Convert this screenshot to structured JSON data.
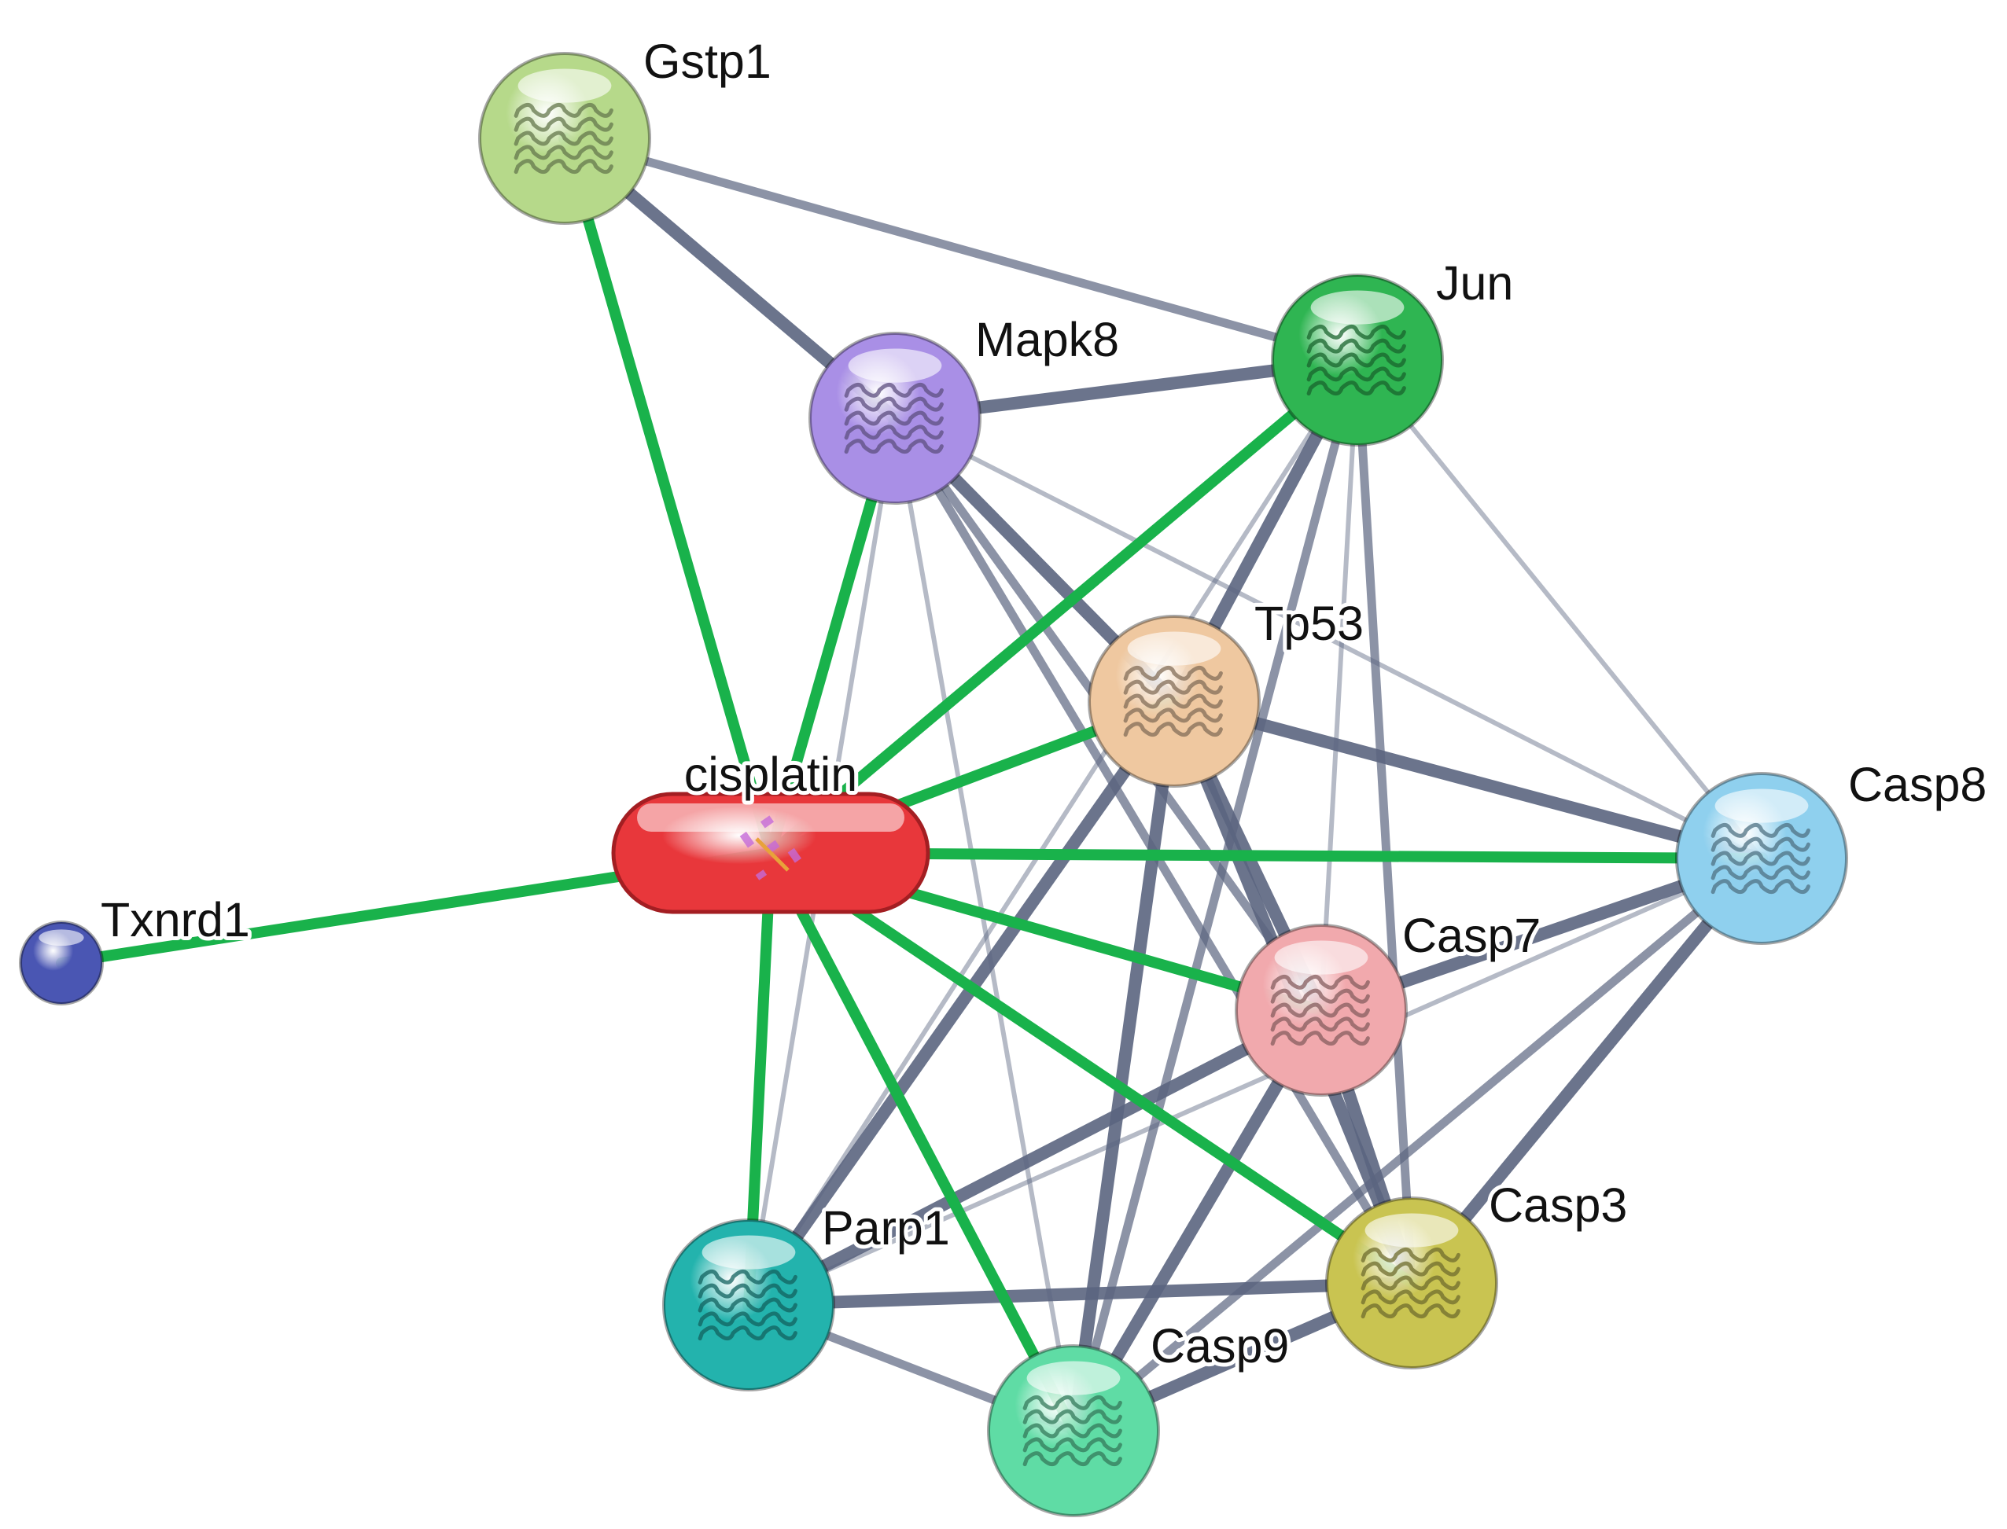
{
  "colors": {
    "edge_green": "#19b24b",
    "edge_gray": "#5b6580",
    "background": "#ffffff"
  },
  "nodes": [
    {
      "id": "cisplatin",
      "label": "cisplatin",
      "kind": "compound",
      "color": "#e8373b",
      "glyph": "red-icon"
    },
    {
      "id": "Txnrd1",
      "label": "Txnrd1",
      "kind": "protein-small",
      "color": "#4a56b3",
      "glyph": "none"
    },
    {
      "id": "Gstp1",
      "label": "Gstp1",
      "kind": "protein",
      "color": "#b6d98a",
      "glyph": "protein-structure-icon"
    },
    {
      "id": "Mapk8",
      "label": "Mapk8",
      "kind": "protein",
      "color": "#a98fe6",
      "glyph": "protein-structure-icon"
    },
    {
      "id": "Jun",
      "label": "Jun",
      "kind": "protein",
      "color": "#2fb552",
      "glyph": "protein-structure-icon"
    },
    {
      "id": "Tp53",
      "label": "Tp53",
      "kind": "protein",
      "color": "#efc8a0",
      "glyph": "protein-structure-icon"
    },
    {
      "id": "Casp8",
      "label": "Casp8",
      "kind": "protein",
      "color": "#8fd0ee",
      "glyph": "protein-structure-icon"
    },
    {
      "id": "Casp7",
      "label": "Casp7",
      "kind": "protein",
      "color": "#f1a9ad",
      "glyph": "protein-structure-icon"
    },
    {
      "id": "Casp3",
      "label": "Casp3",
      "kind": "protein",
      "color": "#c9c451",
      "glyph": "protein-structure-icon"
    },
    {
      "id": "Parp1",
      "label": "Parp1",
      "kind": "protein",
      "color": "#23b3ad",
      "glyph": "protein-structure-icon"
    },
    {
      "id": "Casp9",
      "label": "Casp9",
      "kind": "protein",
      "color": "#5fdca5",
      "glyph": "protein-structure-icon"
    }
  ],
  "edges": [
    {
      "source": "cisplatin",
      "target": "Txnrd1",
      "type": "chemical",
      "weight": 3
    },
    {
      "source": "cisplatin",
      "target": "Gstp1",
      "type": "chemical",
      "weight": 3
    },
    {
      "source": "cisplatin",
      "target": "Mapk8",
      "type": "chemical",
      "weight": 3
    },
    {
      "source": "cisplatin",
      "target": "Jun",
      "type": "chemical",
      "weight": 3
    },
    {
      "source": "cisplatin",
      "target": "Tp53",
      "type": "chemical",
      "weight": 3
    },
    {
      "source": "cisplatin",
      "target": "Casp8",
      "type": "chemical",
      "weight": 3
    },
    {
      "source": "cisplatin",
      "target": "Casp7",
      "type": "chemical",
      "weight": 3
    },
    {
      "source": "cisplatin",
      "target": "Casp3",
      "type": "chemical",
      "weight": 3
    },
    {
      "source": "cisplatin",
      "target": "Parp1",
      "type": "chemical",
      "weight": 3
    },
    {
      "source": "cisplatin",
      "target": "Casp9",
      "type": "chemical",
      "weight": 3
    },
    {
      "source": "Gstp1",
      "target": "Mapk8",
      "type": "protein",
      "weight": 3
    },
    {
      "source": "Gstp1",
      "target": "Jun",
      "type": "protein",
      "weight": 2
    },
    {
      "source": "Mapk8",
      "target": "Jun",
      "type": "protein",
      "weight": 3
    },
    {
      "source": "Mapk8",
      "target": "Tp53",
      "type": "protein",
      "weight": 3
    },
    {
      "source": "Mapk8",
      "target": "Casp8",
      "type": "protein",
      "weight": 1
    },
    {
      "source": "Mapk8",
      "target": "Casp7",
      "type": "protein",
      "weight": 2
    },
    {
      "source": "Mapk8",
      "target": "Casp3",
      "type": "protein",
      "weight": 2
    },
    {
      "source": "Mapk8",
      "target": "Parp1",
      "type": "protein",
      "weight": 1
    },
    {
      "source": "Mapk8",
      "target": "Casp9",
      "type": "protein",
      "weight": 1
    },
    {
      "source": "Jun",
      "target": "Tp53",
      "type": "protein",
      "weight": 3
    },
    {
      "source": "Jun",
      "target": "Casp8",
      "type": "protein",
      "weight": 1
    },
    {
      "source": "Jun",
      "target": "Casp7",
      "type": "protein",
      "weight": 1
    },
    {
      "source": "Jun",
      "target": "Casp3",
      "type": "protein",
      "weight": 2
    },
    {
      "source": "Jun",
      "target": "Parp1",
      "type": "protein",
      "weight": 1
    },
    {
      "source": "Jun",
      "target": "Casp9",
      "type": "protein",
      "weight": 2
    },
    {
      "source": "Tp53",
      "target": "Casp8",
      "type": "protein",
      "weight": 3
    },
    {
      "source": "Tp53",
      "target": "Casp7",
      "type": "protein",
      "weight": 3
    },
    {
      "source": "Tp53",
      "target": "Casp3",
      "type": "protein",
      "weight": 3
    },
    {
      "source": "Tp53",
      "target": "Parp1",
      "type": "protein",
      "weight": 3
    },
    {
      "source": "Tp53",
      "target": "Casp9",
      "type": "protein",
      "weight": 3
    },
    {
      "source": "Casp8",
      "target": "Casp7",
      "type": "protein",
      "weight": 3
    },
    {
      "source": "Casp8",
      "target": "Casp3",
      "type": "protein",
      "weight": 3
    },
    {
      "source": "Casp8",
      "target": "Casp9",
      "type": "protein",
      "weight": 2
    },
    {
      "source": "Casp8",
      "target": "Parp1",
      "type": "protein",
      "weight": 1
    },
    {
      "source": "Casp7",
      "target": "Casp3",
      "type": "protein",
      "weight": 3
    },
    {
      "source": "Casp7",
      "target": "Parp1",
      "type": "protein",
      "weight": 3
    },
    {
      "source": "Casp7",
      "target": "Casp9",
      "type": "protein",
      "weight": 3
    },
    {
      "source": "Casp3",
      "target": "Parp1",
      "type": "protein",
      "weight": 3
    },
    {
      "source": "Casp3",
      "target": "Casp9",
      "type": "protein",
      "weight": 3
    },
    {
      "source": "Parp1",
      "target": "Casp9",
      "type": "protein",
      "weight": 2
    }
  ]
}
